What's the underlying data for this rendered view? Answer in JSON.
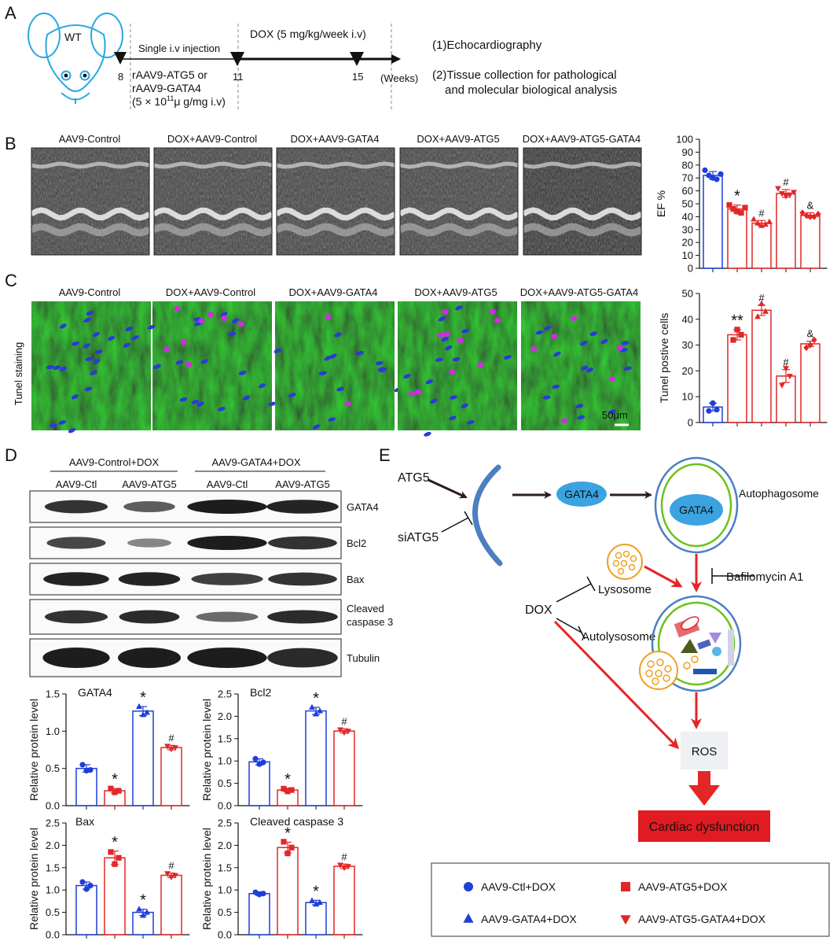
{
  "panels": {
    "A": {
      "letter": "A",
      "mouse_label": "WT",
      "top_label": "DOX (5 mg/kg/week i.v)",
      "injection_label": "Single i.v injection",
      "virus_line1": "rAAV9-ATG5 or",
      "virus_line2": "rAAV9-GATA4",
      "dose_open": "(5 × 10",
      "dose_exp": "11",
      "dose_close": "μ g/mg i.v)",
      "week_labels": [
        "8",
        "11",
        "15"
      ],
      "weeks_unit": "(Weeks)",
      "outcome1": "(1)Echocardiography",
      "outcome2_line1": "(2)Tissue collection for pathological",
      "outcome2_line2": "and molecular biological analysis"
    },
    "B": {
      "letter": "B",
      "image_labels": [
        "AAV9-Control",
        "DOX+AAV9-Control",
        "DOX+AAV9-GATA4",
        "DOX+AAV9-ATG5",
        "DOX+AAV9-ATG5-GATA4"
      ]
    },
    "C": {
      "letter": "C",
      "side_label": "Tunel staining",
      "image_labels": [
        "AAV9-Control",
        "DOX+AAV9-Control",
        "DOX+AAV9-GATA4",
        "DOX+AAV9-ATG5",
        "DOX+AAV9-ATG5-GATA4"
      ],
      "scale_bar": "50μm"
    },
    "D": {
      "letter": "D",
      "group1": "AAV9-Control+DOX",
      "group2": "AAV9-GATA4+DOX",
      "lane_labels": [
        "AAV9-Ctl",
        "AAV9-ATG5",
        "AAV9-Ctl",
        "AAV9-ATG5"
      ],
      "blots": [
        "GATA4",
        "Bcl2",
        "Bax",
        "Cleaved caspase 3",
        "Tubulin"
      ]
    },
    "E": {
      "letter": "E",
      "atg5": "ATG5",
      "siatg5": "siATG5",
      "gata4_free": "GATA4",
      "gata4_inner": "GATA4",
      "autophagosome": "Autophagosome",
      "lysosome": "Lysosome",
      "bafilomycin": "Bafilomycin A1",
      "dox": "DOX",
      "autolysosome": "Autolysosome",
      "ros": "ROS",
      "outcome": "Cardiac dysfunction"
    }
  },
  "legend": [
    {
      "label": "AAV9-Ctl+DOX",
      "shape": "circle",
      "color": "#1f3fd6"
    },
    {
      "label": "AAV9-ATG5+DOX",
      "shape": "square",
      "color": "#e32626"
    },
    {
      "label": "AAV9-GATA4+DOX",
      "shape": "triangle-up",
      "color": "#1f3fd6"
    },
    {
      "label": "AAV9-ATG5-GATA4+DOX",
      "shape": "triangle-down",
      "color": "#e32626"
    }
  ],
  "colors": {
    "blue": "#1f3fd6",
    "red": "#e32626",
    "arrow_dark": "#2b1d1d",
    "membrane": "#4b7fc0",
    "green": "#6cc21c",
    "gata4": "#3aa3e0",
    "lysosome": "#f0a020",
    "dysfunction": "#e11b22"
  },
  "chart_data": [
    {
      "id": "ef",
      "type": "bar",
      "ylabel": "EF %",
      "ylim": [
        0,
        100
      ],
      "yticks": [
        0,
        10,
        20,
        30,
        40,
        50,
        60,
        70,
        80,
        90,
        100
      ],
      "values": [
        72,
        46,
        35,
        58,
        41
      ],
      "errors": [
        3,
        3,
        2,
        3,
        2
      ],
      "colors": [
        "#1f3fd6",
        "#e32626",
        "#e32626",
        "#e32626",
        "#e32626"
      ],
      "markers": [
        "circle",
        "square",
        "triangle-up",
        "triangle-down",
        "diamond"
      ],
      "points": [
        [
          76,
          72,
          70,
          69,
          73
        ],
        [
          49,
          46,
          44,
          43,
          47
        ],
        [
          38,
          35,
          33,
          34,
          36
        ],
        [
          62,
          58,
          56,
          57,
          59
        ],
        [
          43,
          41,
          40,
          40,
          42
        ]
      ],
      "annotations": [
        "",
        "*",
        "#",
        "#",
        "&"
      ]
    },
    {
      "id": "tunel",
      "type": "bar",
      "ylabel": "Tunel postive cells",
      "ylim": [
        0,
        50
      ],
      "yticks": [
        0,
        10,
        20,
        30,
        40,
        50
      ],
      "values": [
        6,
        34,
        43.5,
        18,
        30.5
      ],
      "errors": [
        1.5,
        2,
        2,
        2.5,
        1
      ],
      "colors": [
        "#1f3fd6",
        "#e32626",
        "#e32626",
        "#e32626",
        "#e32626"
      ],
      "markers": [
        "circle",
        "square",
        "triangle-up",
        "triangle-down",
        "diamond"
      ],
      "points": [
        [
          4.5,
          7.5,
          5
        ],
        [
          32,
          36,
          34
        ],
        [
          41,
          46,
          43
        ],
        [
          14.5,
          21,
          18
        ],
        [
          29,
          30,
          32
        ]
      ],
      "annotations": [
        "",
        "**",
        "#",
        "#",
        "&"
      ]
    },
    {
      "id": "gata4",
      "type": "bar",
      "title": "GATA4",
      "ylabel": "Relative protein level",
      "ylim": [
        0,
        1.5
      ],
      "yticks": [
        0,
        0.5,
        1.0,
        1.5
      ],
      "values": [
        0.5,
        0.2,
        1.27,
        0.78
      ],
      "errors": [
        0.05,
        0.03,
        0.06,
        0.03
      ],
      "colors": [
        "#1f3fd6",
        "#e32626",
        "#1f3fd6",
        "#e32626"
      ],
      "markers": [
        "circle",
        "square",
        "triangle-up",
        "triangle-down"
      ],
      "points": [
        [
          0.55,
          0.47,
          0.48
        ],
        [
          0.23,
          0.18,
          0.2
        ],
        [
          1.33,
          1.22,
          1.25
        ],
        [
          0.8,
          0.76,
          0.78
        ]
      ],
      "annotations": [
        "",
        "*",
        "*",
        "#"
      ]
    },
    {
      "id": "bcl2",
      "type": "bar",
      "title": "Bcl2",
      "ylabel": "Relative protein level",
      "ylim": [
        0,
        2.5
      ],
      "yticks": [
        0,
        0.5,
        1.0,
        1.5,
        2.0,
        2.5
      ],
      "values": [
        0.98,
        0.35,
        2.12,
        1.67
      ],
      "errors": [
        0.07,
        0.04,
        0.08,
        0.05
      ],
      "colors": [
        "#1f3fd6",
        "#e32626",
        "#1f3fd6",
        "#e32626"
      ],
      "markers": [
        "circle",
        "square",
        "triangle-up",
        "triangle-down"
      ],
      "points": [
        [
          1.05,
          0.93,
          0.97
        ],
        [
          0.38,
          0.32,
          0.35
        ],
        [
          2.2,
          2.05,
          2.12
        ],
        [
          1.7,
          1.64,
          1.67
        ]
      ],
      "annotations": [
        "",
        "*",
        "*",
        "#"
      ]
    },
    {
      "id": "bax",
      "type": "bar",
      "title": "Bax",
      "ylabel": "Relative protein level",
      "ylim": [
        0,
        2.5
      ],
      "yticks": [
        0,
        0.5,
        1.0,
        1.5,
        2.0,
        2.5
      ],
      "values": [
        1.1,
        1.72,
        0.5,
        1.33
      ],
      "errors": [
        0.08,
        0.15,
        0.07,
        0.05
      ],
      "colors": [
        "#1f3fd6",
        "#e32626",
        "#1f3fd6",
        "#e32626"
      ],
      "markers": [
        "circle",
        "square",
        "triangle-up",
        "triangle-down"
      ],
      "points": [
        [
          1.18,
          1.02,
          1.1
        ],
        [
          1.85,
          1.58,
          1.72
        ],
        [
          0.57,
          0.43,
          0.5
        ],
        [
          1.37,
          1.29,
          1.33
        ]
      ],
      "annotations": [
        "",
        "*",
        "*",
        "#"
      ]
    },
    {
      "id": "cc3",
      "type": "bar",
      "title": "Cleaved caspase 3",
      "ylabel": "Relative protein level",
      "ylim": [
        0,
        2.5
      ],
      "yticks": [
        0,
        0.5,
        1.0,
        1.5,
        2.0,
        2.5
      ],
      "values": [
        0.92,
        1.95,
        0.72,
        1.53
      ],
      "errors": [
        0.04,
        0.12,
        0.05,
        0.05
      ],
      "colors": [
        "#1f3fd6",
        "#e32626",
        "#1f3fd6",
        "#e32626"
      ],
      "markers": [
        "circle",
        "square",
        "triangle-up",
        "triangle-down"
      ],
      "points": [
        [
          0.95,
          0.9,
          0.92
        ],
        [
          2.08,
          1.82,
          1.95
        ],
        [
          0.76,
          0.68,
          0.72
        ],
        [
          1.56,
          1.5,
          1.53
        ]
      ],
      "annotations": [
        "",
        "*",
        "*",
        "#"
      ]
    }
  ]
}
